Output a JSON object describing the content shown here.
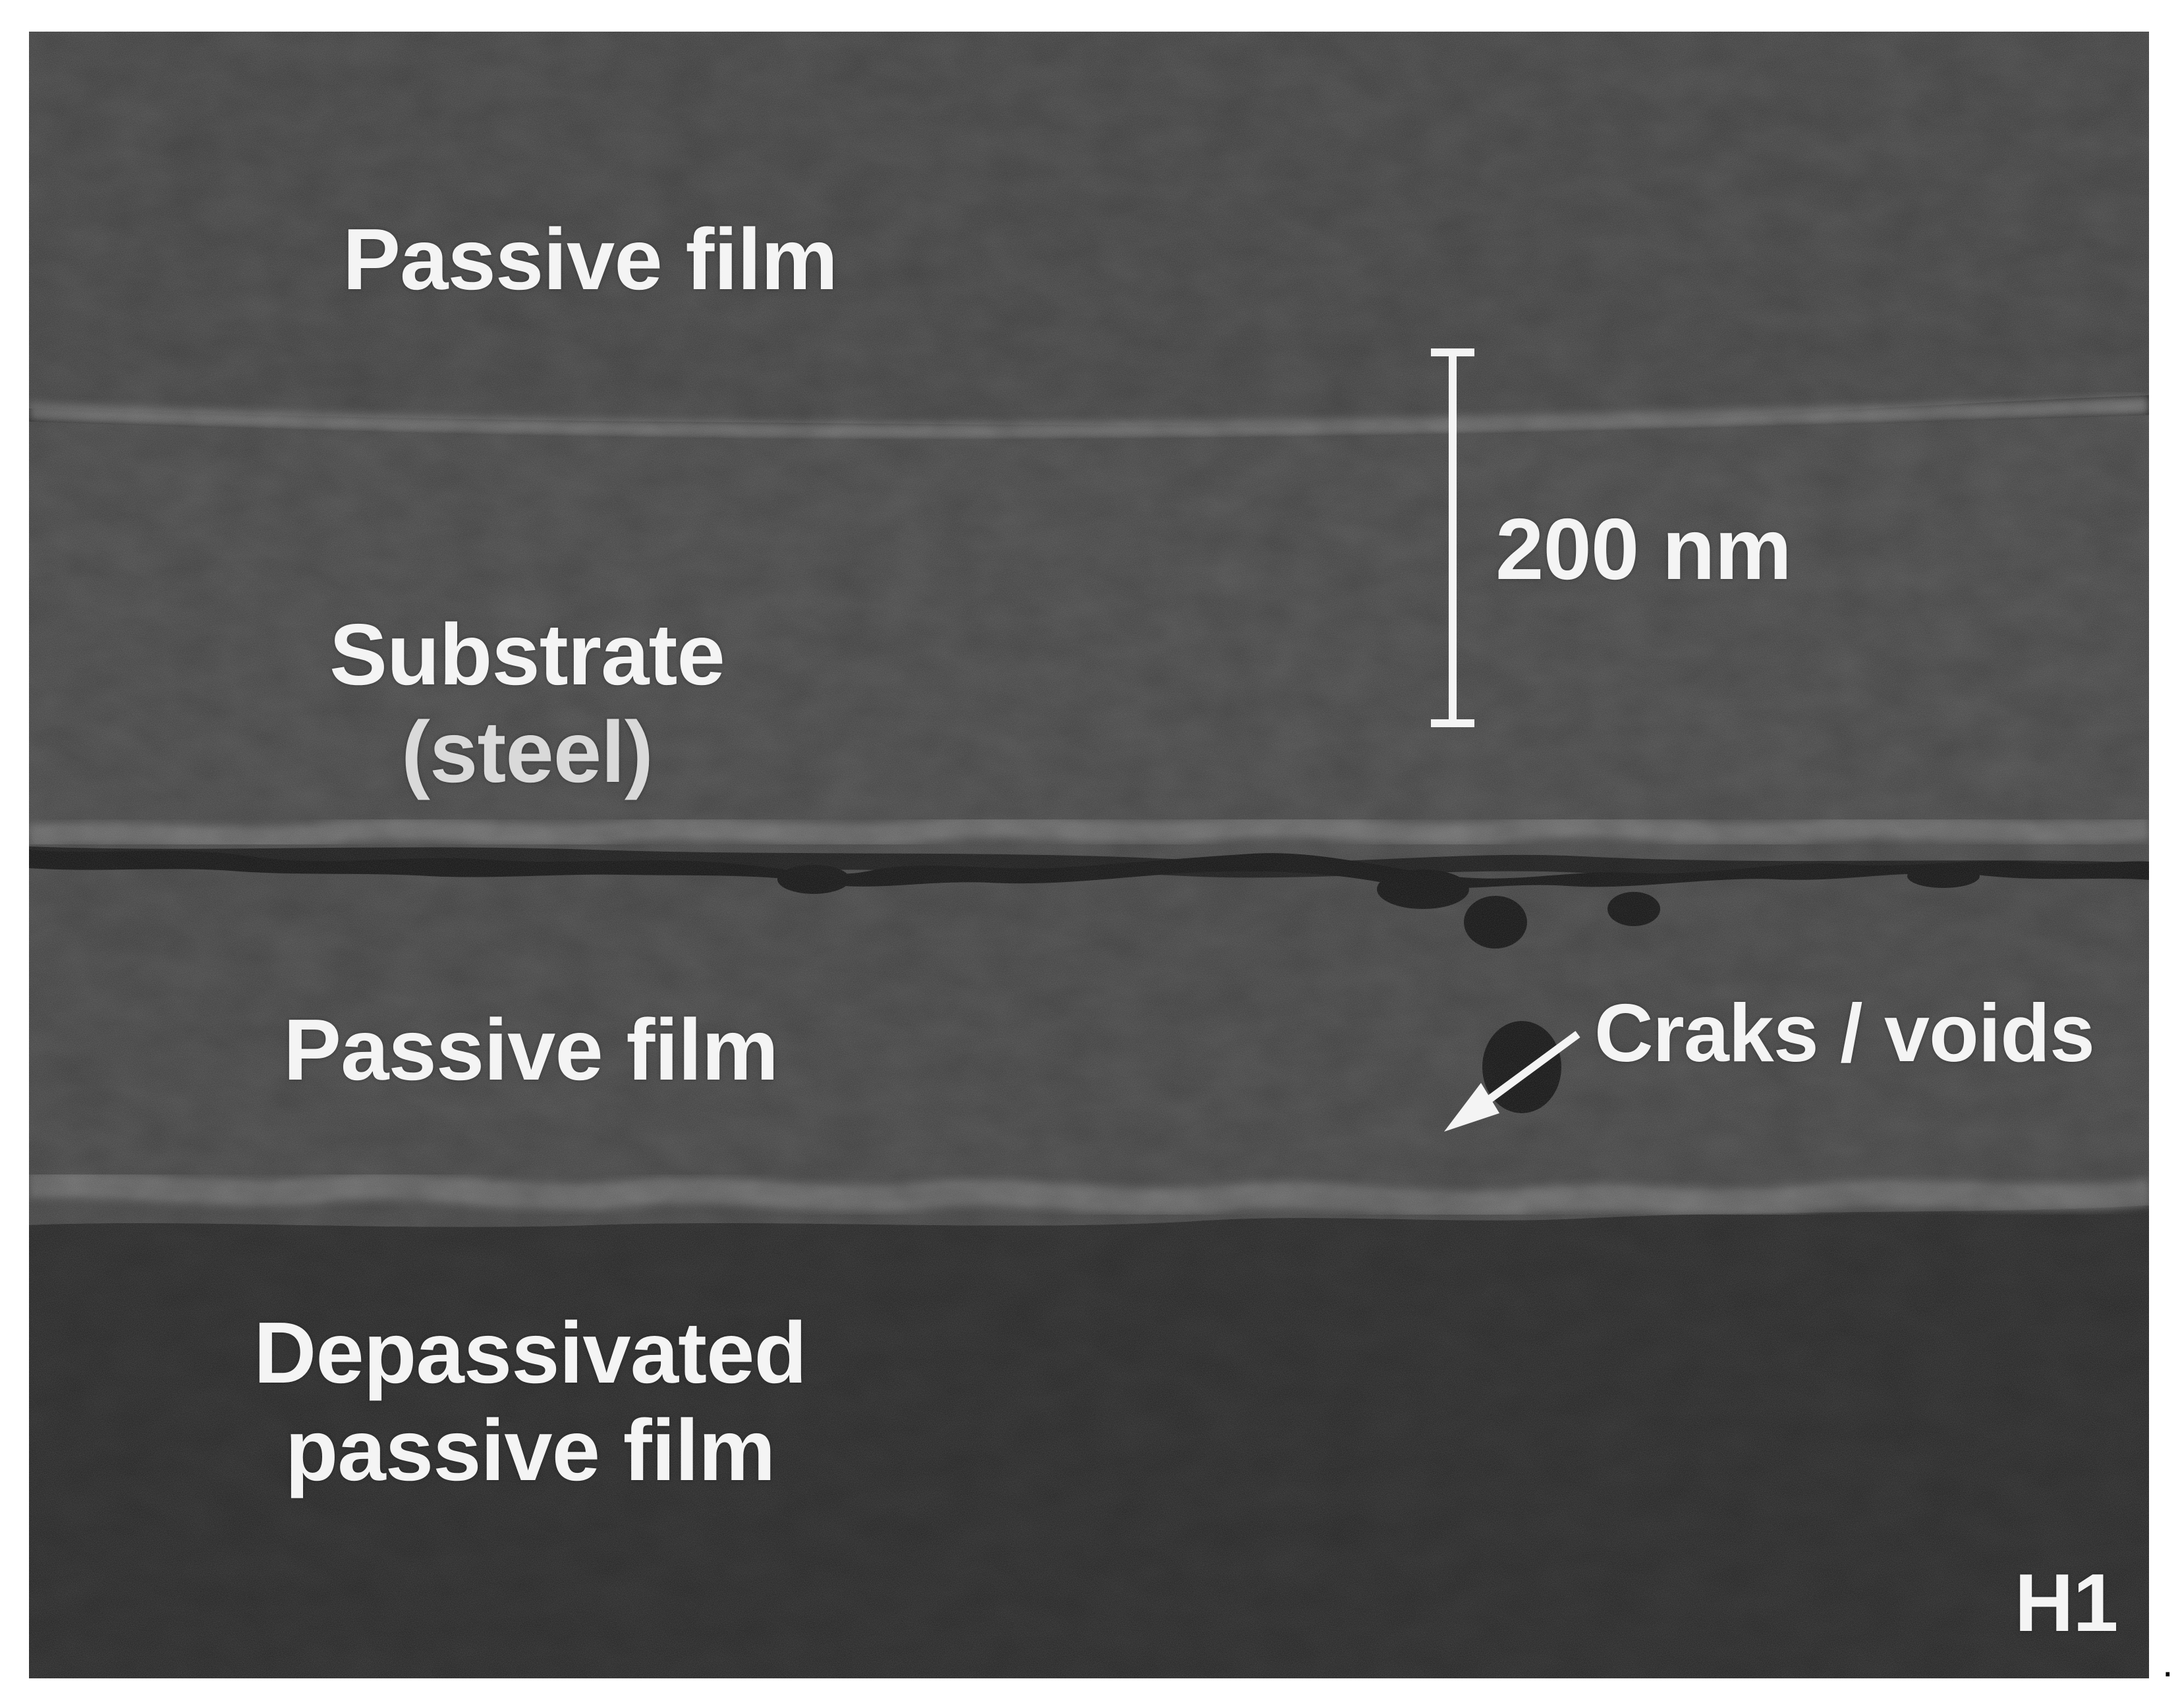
{
  "labels": {
    "top_film": "Passive film",
    "substrate_line1": "Substrate",
    "substrate_line2": "(steel)",
    "middle_film": "Passive film",
    "depassivated_line1": "Depassivated",
    "depassivated_line2": "passive film",
    "cracks": "Craks / voids",
    "scale_bar": "200 nm",
    "panel_id": "H1",
    "trailing_mark": "."
  },
  "colors": {
    "page_background": "#ffffff",
    "image_border": "#1a1a1a",
    "top_film": "#454545",
    "substrate": "#4a4a4a",
    "middle_film": "#474747",
    "depassivated_film": "#262626",
    "crack_dark": "#111111",
    "label_text": "#f4f4f4",
    "scale_bar": "#f4f4f4"
  }
}
